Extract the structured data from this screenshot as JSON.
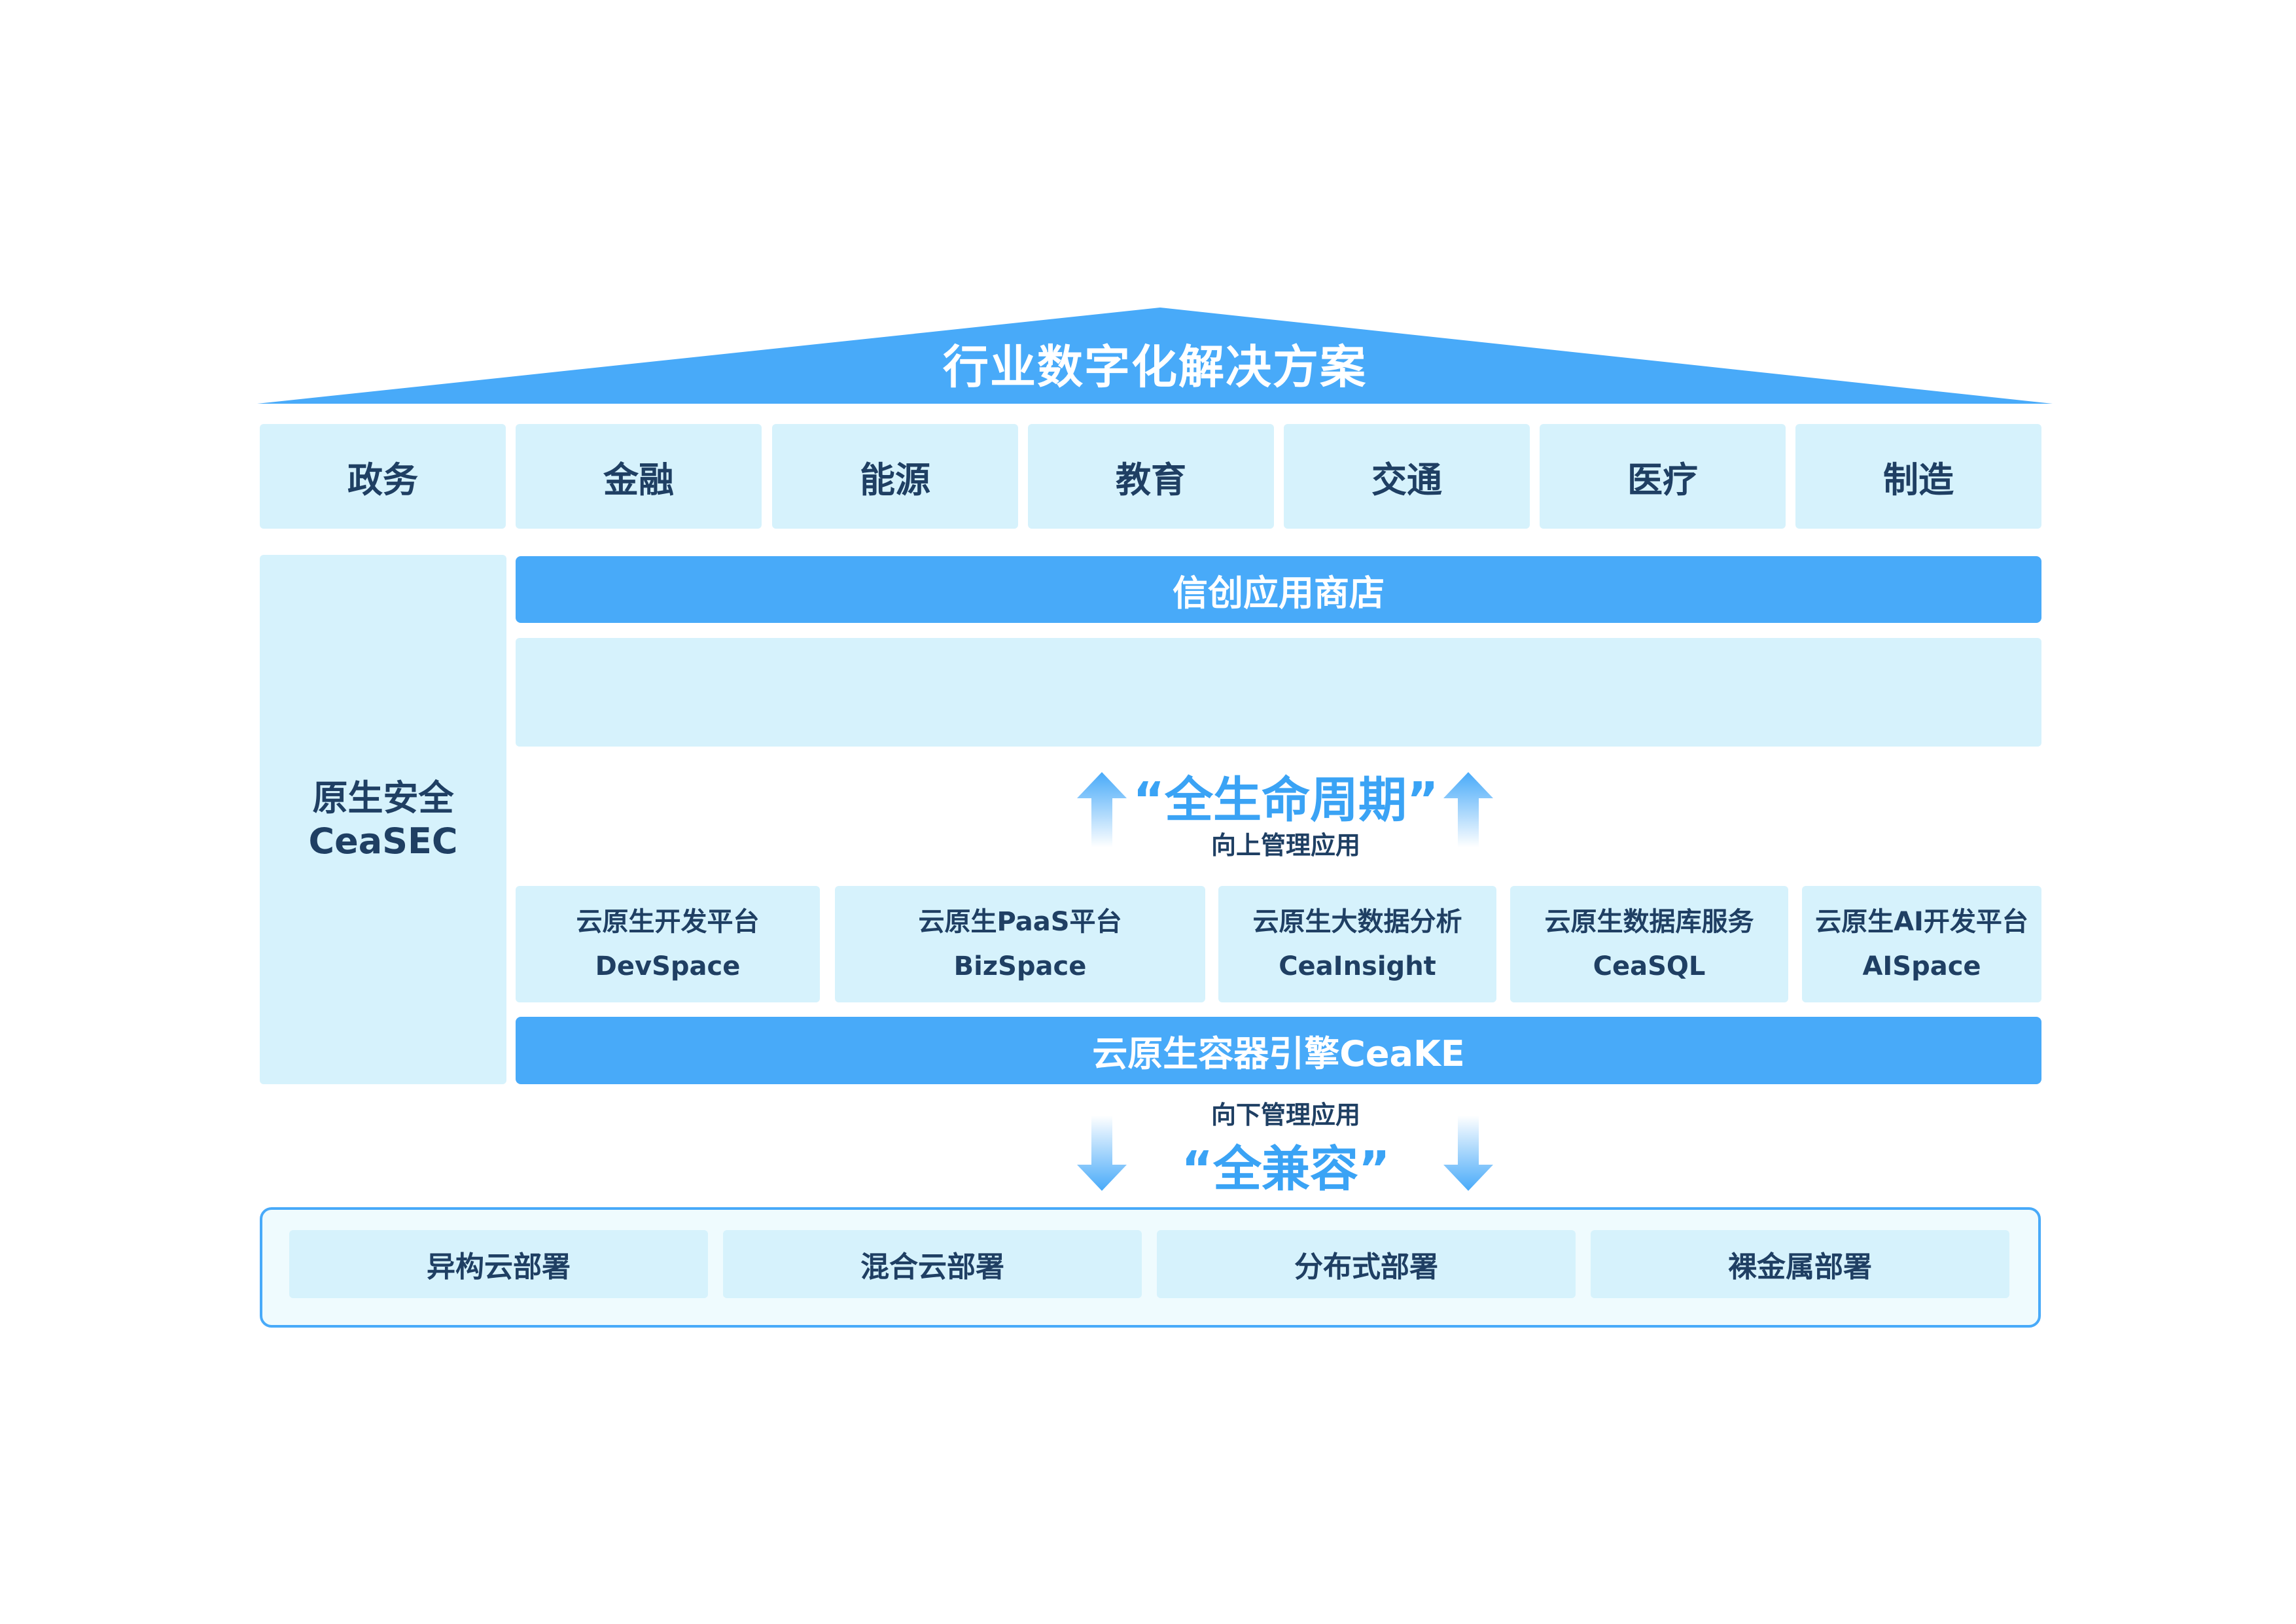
{
  "roof": {
    "title": "行业数字化解决方案"
  },
  "industries": [
    "政务",
    "金融",
    "能源",
    "教育",
    "交通",
    "医疗",
    "制造"
  ],
  "security": {
    "line1": "原生安全",
    "line2": "CeaSEC"
  },
  "app_store": {
    "label": "信创应用商店"
  },
  "lifecycle": {
    "title": "“全生命周期”",
    "subtitle": "向上管理应用"
  },
  "platforms": [
    {
      "name": "云原生开发平台",
      "code": "DevSpace"
    },
    {
      "name": "云原生PaaS平台",
      "code": "BizSpace"
    },
    {
      "name": "云原生大数据分析",
      "code": "CeaInsight"
    },
    {
      "name": "云原生数据库服务",
      "code": "CeaSQL"
    },
    {
      "name": "云原生AI开发平台",
      "code": "AISpace"
    }
  ],
  "engine": {
    "label": "云原生容器引擎CeaKE"
  },
  "compatible": {
    "subtitle": "向下管理应用",
    "title": "“全兼容”"
  },
  "deployments": [
    "异构云部署",
    "混合云部署",
    "分布式部署",
    "裸金属部署"
  ],
  "colors": {
    "primary_blue": "#48aaf9",
    "light_tile": "#d6f2fc",
    "text_dark": "#1f3f63",
    "accent_text": "#3aa3f5"
  }
}
